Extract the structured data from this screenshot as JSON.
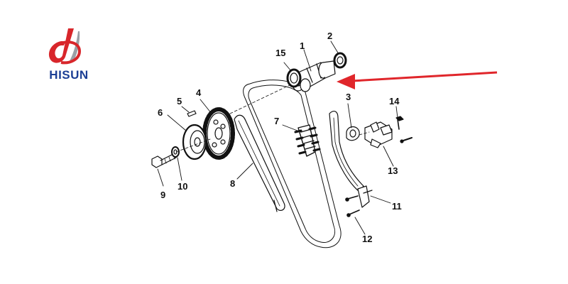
{
  "brand": {
    "name": "HISUN",
    "colors": {
      "red": "#d8262b",
      "blue": "#1c3f95",
      "grey": "#9aa0a6"
    }
  },
  "diagram": {
    "arrow_color": "#e0262b",
    "parts": [
      {
        "id": "1",
        "label": "1"
      },
      {
        "id": "2",
        "label": "2"
      },
      {
        "id": "3",
        "label": "3"
      },
      {
        "id": "4",
        "label": "4"
      },
      {
        "id": "5",
        "label": "5"
      },
      {
        "id": "6",
        "label": "6"
      },
      {
        "id": "7",
        "label": "7"
      },
      {
        "id": "8",
        "label": "8"
      },
      {
        "id": "9",
        "label": "9"
      },
      {
        "id": "10",
        "label": "10"
      },
      {
        "id": "11",
        "label": "11"
      },
      {
        "id": "12",
        "label": "12"
      },
      {
        "id": "13",
        "label": "13"
      },
      {
        "id": "14",
        "label": "14"
      },
      {
        "id": "15",
        "label": "15"
      }
    ]
  }
}
